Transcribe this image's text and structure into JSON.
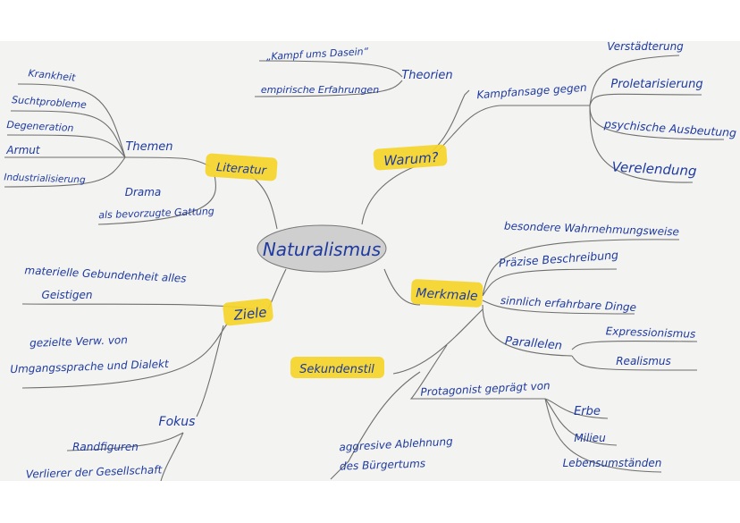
{
  "center": {
    "label": "Naturalismus"
  },
  "branches": {
    "warum": {
      "label": "Warum?",
      "theorien": {
        "label": "Theorien",
        "items": [
          "„Kampf ums Dasein“",
          "empirische Erfahrungen"
        ]
      },
      "kampfansage": {
        "label": "Kampfansage gegen",
        "items": [
          "Verstädterung",
          "Proletarisierung",
          "psychische Ausbeutung",
          "Verelendung"
        ]
      }
    },
    "literatur": {
      "label": "Literatur",
      "themen": {
        "label": "Themen",
        "items": [
          "Krankheit",
          "Suchtprobleme",
          "Degeneration",
          "Armut",
          "Industrialisierung"
        ]
      },
      "drama": {
        "line1": "Drama",
        "line2": "als bevorzugte Gattung"
      }
    },
    "merkmale": {
      "label": "Merkmale",
      "items": [
        "besondere Wahrnehmungsweise",
        "Präzise Beschreibung",
        "sinnlich erfahrbare Dinge"
      ],
      "parallelen": {
        "label": "Parallelen",
        "items": [
          "Expressionismus",
          "Realismus"
        ]
      }
    },
    "ziele": {
      "label": "Ziele",
      "items": [
        {
          "line1": "materielle Gebundenheit alles",
          "line2": "Geistigen"
        },
        {
          "line1": "gezielte Verw. von",
          "line2": "Umgangssprache und Dialekt"
        }
      ],
      "fokus": {
        "label": "Fokus",
        "items": [
          "Randfiguren",
          "Verlierer der Gesellschaft"
        ]
      }
    },
    "sekundenstil": {
      "label": "Sekundenstil"
    },
    "protagonist": {
      "label": "Protagonist geprägt von",
      "items": [
        "Erbe",
        "Milieu",
        "Lebensumständen"
      ]
    },
    "ablehnung": {
      "line1": "aggresive Ablehnung",
      "line2": "des Bürgertums"
    }
  },
  "colors": {
    "ink": "#1e3aa0",
    "highlighter": "#f5d52a",
    "pencil": "#6e6e6e",
    "paper": "#f3f3f1"
  }
}
